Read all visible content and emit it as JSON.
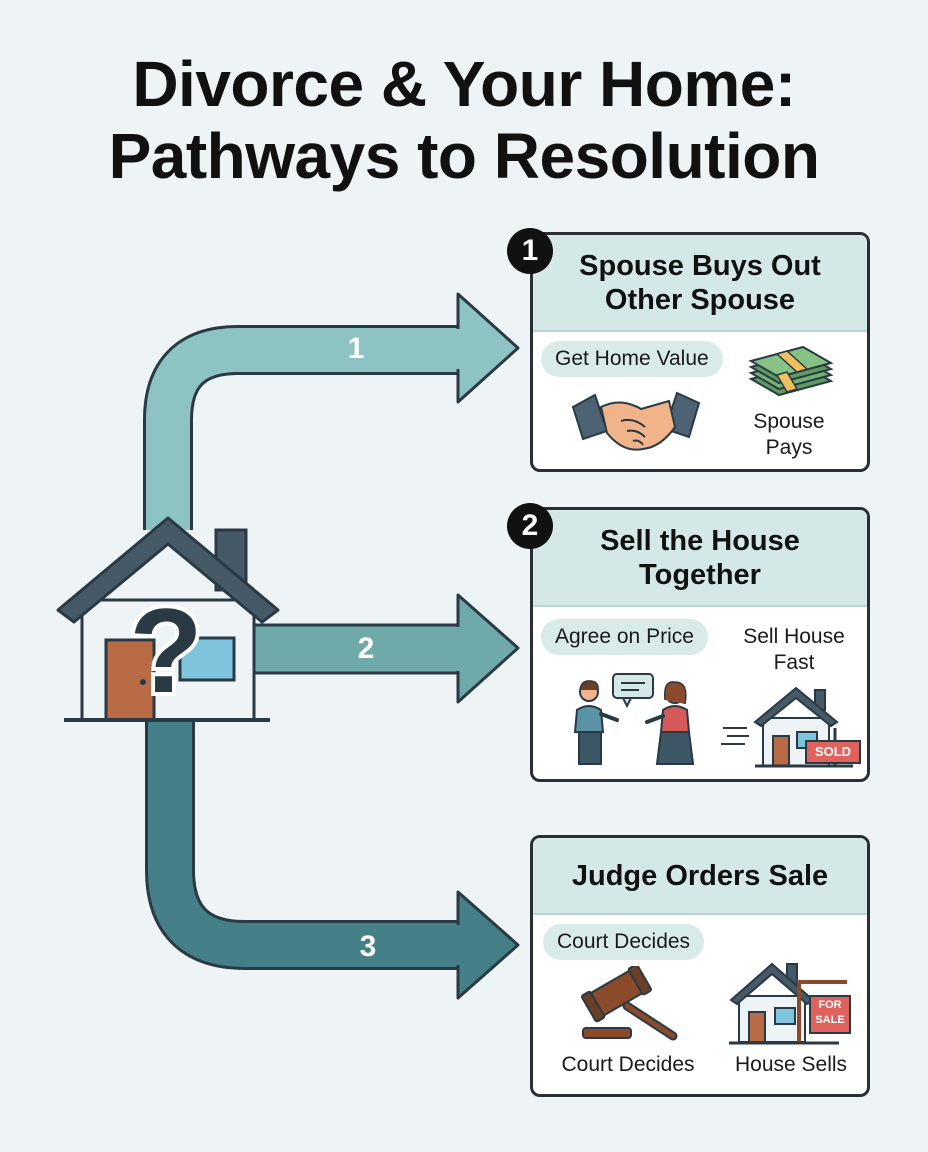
{
  "title": {
    "line1": "Divorce & Your Home:",
    "line2": "Pathways to Resolution"
  },
  "colors": {
    "path1": "#8ec3c3",
    "path2": "#6fa9aa",
    "path3": "#457f87",
    "card_head_bg": "#d4e8e7",
    "pill_bg": "#d8ebe9",
    "house_roof": "#455a66",
    "door": "#b86b45"
  },
  "center": {
    "symbol": "?"
  },
  "paths": [
    {
      "number": "1",
      "badge": "1",
      "heading_line1": "Spouse Buys Out",
      "heading_line2": "Other Spouse",
      "pill": "Get Home Value",
      "label_right_line1": "Spouse",
      "label_right_line2": "Pays",
      "icons": [
        "handshake-icon",
        "cash-stack-icon"
      ]
    },
    {
      "number": "2",
      "badge": "2",
      "heading_line1": "Sell the House",
      "heading_line2": "Together",
      "pill": "Agree on Price",
      "label_right_line1": "Sell House",
      "label_right_line2": "Fast",
      "icons": [
        "couple-talking-icon",
        "sold-house-icon"
      ],
      "sign_text": "SOLD"
    },
    {
      "number": "3",
      "heading_line1": "Judge Orders Sale",
      "pill": "Court Decides",
      "label_left": "Court Decides",
      "label_right": "House Sells",
      "icons": [
        "gavel-icon",
        "for-sale-house-icon"
      ],
      "sign_line1": "FOR",
      "sign_line2": "SALE"
    }
  ]
}
